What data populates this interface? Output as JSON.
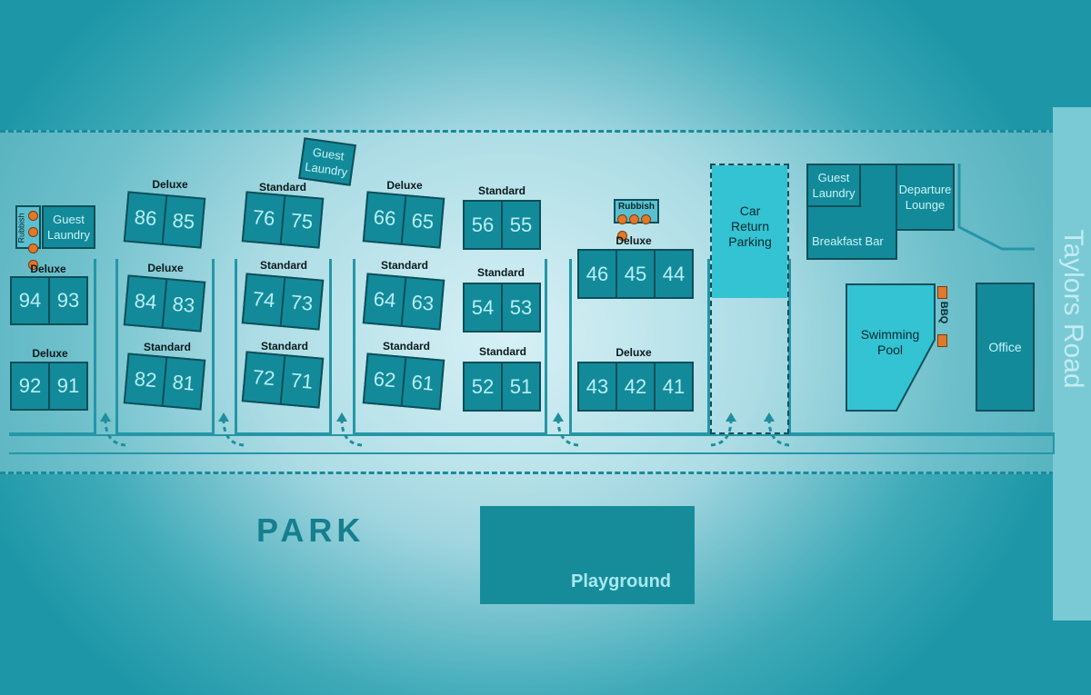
{
  "street": "Taylors Road",
  "park_label": "PARK",
  "facilities": {
    "guest_laundry_left": "Guest Laundry",
    "guest_laundry_top": "Guest Laundry",
    "guest_laundry_right": "Guest Laundry",
    "rubbish_left": "Rubbish",
    "rubbish_mid": "Rubbish",
    "car_return": "Car Return Parking",
    "departure_lounge": "Departure Lounge",
    "breakfast_bar": "Breakfast Bar",
    "swimming_pool": "Swimming Pool",
    "bbq": "BBQ",
    "office": "Office",
    "playground": "Playground"
  },
  "units": [
    {
      "type": "Deluxe",
      "a": "94",
      "b": "93"
    },
    {
      "type": "Deluxe",
      "a": "92",
      "b": "91"
    },
    {
      "type": "Deluxe",
      "a": "86",
      "b": "85"
    },
    {
      "type": "Deluxe",
      "a": "84",
      "b": "83"
    },
    {
      "type": "Standard",
      "a": "82",
      "b": "81"
    },
    {
      "type": "Standard",
      "a": "76",
      "b": "75"
    },
    {
      "type": "Standard",
      "a": "74",
      "b": "73"
    },
    {
      "type": "Standard",
      "a": "72",
      "b": "71"
    },
    {
      "type": "Deluxe",
      "a": "66",
      "b": "65"
    },
    {
      "type": "Standard",
      "a": "64",
      "b": "63"
    },
    {
      "type": "Standard",
      "a": "62",
      "b": "61"
    },
    {
      "type": "Standard",
      "a": "56",
      "b": "55"
    },
    {
      "type": "Standard",
      "a": "54",
      "b": "53"
    },
    {
      "type": "Standard",
      "a": "52",
      "b": "51"
    }
  ],
  "units_triple": [
    {
      "type": "Deluxe",
      "a": "46",
      "b": "45",
      "c": "44"
    },
    {
      "type": "Deluxe",
      "a": "43",
      "b": "42",
      "c": "41"
    }
  ],
  "colors": {
    "unit": "#138a99",
    "outline": "#0c4f5a",
    "pool": "#33c3d3",
    "bin": "#e07a2a"
  }
}
